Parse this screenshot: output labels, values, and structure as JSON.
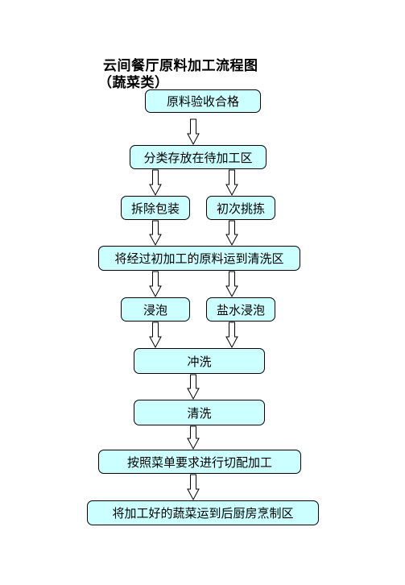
{
  "title": {
    "line1": "云间餐厅原料加工流程图",
    "line2": "（蔬菜类）"
  },
  "steps": {
    "inspect": "原料验收合格",
    "sort_store": "分类存放在待加工区",
    "unpack": "拆除包装",
    "pre_select": "初次挑拣",
    "transport": "将经过初加工的原料运到清洗区",
    "soak": "浸泡",
    "salt_soak": "盐水浸泡",
    "rinse": "冲洗",
    "wash": "清洗",
    "cut": "按照菜单要求进行切配加工",
    "deliver": "将加工好的蔬菜运到后厨房烹制区"
  },
  "colors": {
    "box_fill": "#ccffff",
    "box_border": "#000000",
    "arrow_fill": "#ffffff"
  }
}
